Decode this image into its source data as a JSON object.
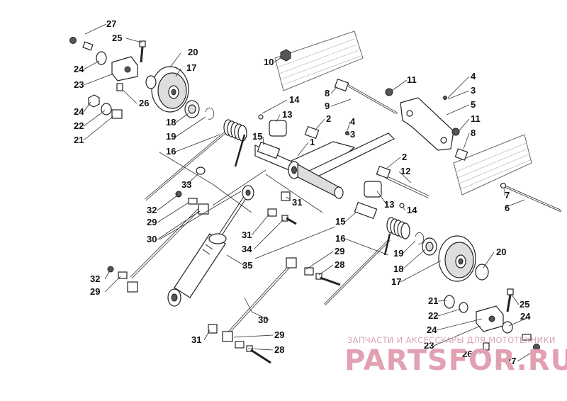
{
  "diagram": {
    "callouts": [
      {
        "id": "c27a",
        "text": "27"
      },
      {
        "id": "c25a",
        "text": "25"
      },
      {
        "id": "c20a",
        "text": "20"
      },
      {
        "id": "c17a",
        "text": "17"
      },
      {
        "id": "c24a",
        "text": "24"
      },
      {
        "id": "c23a",
        "text": "23"
      },
      {
        "id": "c26a",
        "text": "26"
      },
      {
        "id": "c24b",
        "text": "24"
      },
      {
        "id": "c22a",
        "text": "22"
      },
      {
        "id": "c21a",
        "text": "21"
      },
      {
        "id": "c18a",
        "text": "18"
      },
      {
        "id": "c19a",
        "text": "19"
      },
      {
        "id": "c16a",
        "text": "16"
      },
      {
        "id": "c10",
        "text": "10"
      },
      {
        "id": "c8a",
        "text": "8"
      },
      {
        "id": "c9",
        "text": "9"
      },
      {
        "id": "c14a",
        "text": "14"
      },
      {
        "id": "c13a",
        "text": "13"
      },
      {
        "id": "c2a",
        "text": "2"
      },
      {
        "id": "c4a",
        "text": "4"
      },
      {
        "id": "c3a",
        "text": "3"
      },
      {
        "id": "c15a",
        "text": "15"
      },
      {
        "id": "c1",
        "text": "1"
      },
      {
        "id": "c11a",
        "text": "11"
      },
      {
        "id": "c4b",
        "text": "4"
      },
      {
        "id": "c3b",
        "text": "3"
      },
      {
        "id": "c5",
        "text": "5"
      },
      {
        "id": "c11b",
        "text": "11"
      },
      {
        "id": "c8b",
        "text": "8"
      },
      {
        "id": "c2b",
        "text": "2"
      },
      {
        "id": "c12",
        "text": "12"
      },
      {
        "id": "c33",
        "text": "33"
      },
      {
        "id": "c32a",
        "text": "32"
      },
      {
        "id": "c29a",
        "text": "29"
      },
      {
        "id": "c31a",
        "text": "31"
      },
      {
        "id": "c13b",
        "text": "13"
      },
      {
        "id": "c14b",
        "text": "14"
      },
      {
        "id": "c7",
        "text": "7"
      },
      {
        "id": "c6",
        "text": "6"
      },
      {
        "id": "c30a",
        "text": "30"
      },
      {
        "id": "c31b",
        "text": "31"
      },
      {
        "id": "c34",
        "text": "34"
      },
      {
        "id": "c15b",
        "text": "15"
      },
      {
        "id": "c16b",
        "text": "16"
      },
      {
        "id": "c35",
        "text": "35"
      },
      {
        "id": "c29b",
        "text": "29"
      },
      {
        "id": "c28a",
        "text": "28"
      },
      {
        "id": "c19b",
        "text": "19"
      },
      {
        "id": "c18b",
        "text": "18"
      },
      {
        "id": "c20b",
        "text": "20"
      },
      {
        "id": "c32b",
        "text": "32"
      },
      {
        "id": "c29c",
        "text": "29"
      },
      {
        "id": "c17b",
        "text": "17"
      },
      {
        "id": "c25b",
        "text": "25"
      },
      {
        "id": "c21b",
        "text": "21"
      },
      {
        "id": "c22b",
        "text": "22"
      },
      {
        "id": "c24c",
        "text": "24"
      },
      {
        "id": "c30b",
        "text": "30"
      },
      {
        "id": "c24d",
        "text": "24"
      },
      {
        "id": "c23b",
        "text": "23"
      },
      {
        "id": "c31c",
        "text": "31"
      },
      {
        "id": "c29d",
        "text": "29"
      },
      {
        "id": "c28b",
        "text": "28"
      },
      {
        "id": "c26b",
        "text": "26"
      },
      {
        "id": "c27b",
        "text": "27"
      }
    ]
  },
  "watermark": {
    "caption": "ЗАПЧАСТИ И АКСЕССУАРЫ ДЛЯ МОТОТЕХНИКИ",
    "logo": "PARTSFOR.RU"
  },
  "colors": {
    "ink": "#222222",
    "watermark": "#e2a0b3"
  }
}
